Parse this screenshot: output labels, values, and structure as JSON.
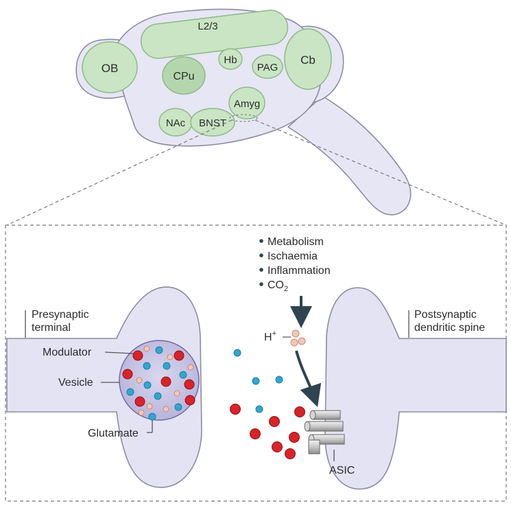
{
  "regions": {
    "l23": "L2/3",
    "ob": "OB",
    "cpu": "CPu",
    "hb": "Hb",
    "pag": "PAG",
    "cb": "Cb",
    "amyg": "Amyg",
    "nac": "NAc",
    "bnst": "BNST"
  },
  "factors": [
    "Metabolism",
    "Ischaemia",
    "Inflammation",
    "CO"
  ],
  "co2_subscript": "2",
  "proton": {
    "base": "H",
    "superscript": "+"
  },
  "labels": {
    "presynaptic_line1": "Presynaptic",
    "presynaptic_line2": "terminal",
    "postsynaptic_line1": "Postsynaptic",
    "postsynaptic_line2": "dendritic spine",
    "modulator": "Modulator",
    "vesicle": "Vesicle",
    "glutamate": "Glutamate",
    "asic": "ASIC"
  },
  "colors": {
    "region_green": "#c9e5c3",
    "brain_lavender": "#e6e6f5",
    "glutamate_blue": "#32a6cf",
    "modulator_red": "#d8232a",
    "proton_pink": "#f4c7b8",
    "arrow_slate": "#2f4450"
  }
}
